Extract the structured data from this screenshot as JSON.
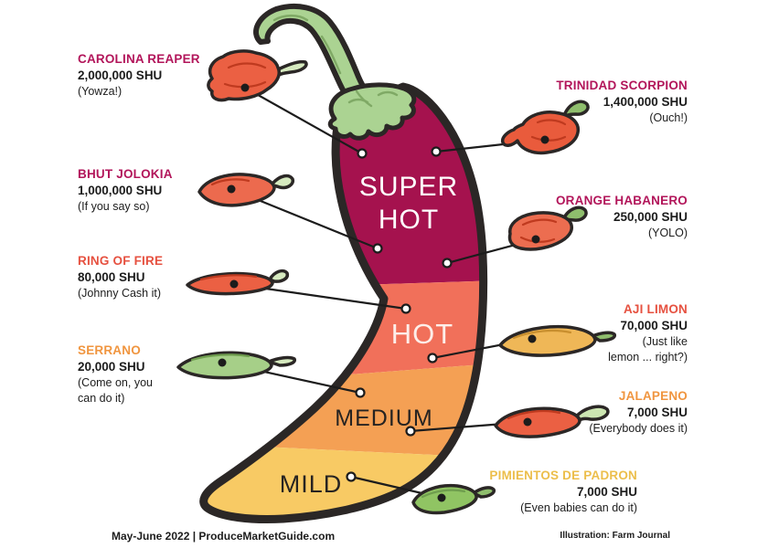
{
  "page": {
    "background": "#ffffff"
  },
  "pepper": {
    "outline_color": "#2b2726",
    "stem_color": "#abd392",
    "zones": [
      {
        "id": "super-hot",
        "label_lines": [
          "SUPER",
          "HOT"
        ],
        "color": "#a5124e",
        "text_color": "#ffffff"
      },
      {
        "id": "hot",
        "label_lines": [
          "HOT"
        ],
        "color": "#f1705a",
        "text_color": "#fdeee9"
      },
      {
        "id": "medium",
        "label_lines": [
          "MEDIUM"
        ],
        "color": "#f4a054",
        "text_color": "#262321"
      },
      {
        "id": "mild",
        "label_lines": [
          "MILD"
        ],
        "color": "#f8ca64",
        "text_color": "#262321"
      }
    ]
  },
  "labels_left": [
    {
      "name": "CAROLINA REAPER",
      "shu": "2,000,000 SHU",
      "note": "(Yowza!)",
      "color": "#b2155a",
      "icon": {
        "name": "carolina-reaper-pepper-icon",
        "color": "#eb6043"
      }
    },
    {
      "name": "BHUT JOLOKIA",
      "shu": "1,000,000 SHU",
      "note": "(If you say so)",
      "color": "#b2155a",
      "icon": {
        "name": "bhut-jolokia-pepper-icon",
        "color": "#ec6a4e"
      }
    },
    {
      "name": "RING OF FIRE",
      "shu": "80,000 SHU",
      "note": "(Johnny Cash it)",
      "color": "#e65140",
      "icon": {
        "name": "ring-of-fire-pepper-icon",
        "color": "#eb6043"
      }
    },
    {
      "name": "SERRANO",
      "shu": "20,000 SHU",
      "note": "(Come on, you\ncan do it)",
      "color": "#f0953f",
      "icon": {
        "name": "serrano-pepper-icon",
        "color": "#a6cf88"
      }
    }
  ],
  "labels_right": [
    {
      "name": "TRINIDAD SCORPION",
      "shu": "1,400,000 SHU",
      "note": "(Ouch!)",
      "color": "#b2155a",
      "icon": {
        "name": "trinidad-scorpion-pepper-icon",
        "color": "#e95b3c"
      }
    },
    {
      "name": "ORANGE HABANERO",
      "shu": "250,000 SHU",
      "note": "(YOLO)",
      "color": "#b2155a",
      "icon": {
        "name": "orange-habanero-pepper-icon",
        "color": "#ec6d50"
      }
    },
    {
      "name": "AJI LIMON",
      "shu": "70,000 SHU",
      "note": "(Just like\nlemon ... right?)",
      "color": "#e65140",
      "icon": {
        "name": "aji-limon-pepper-icon",
        "color": "#efb757"
      }
    },
    {
      "name": "JALAPENO",
      "shu": "7,000 SHU",
      "note": "(Everybody does it)",
      "color": "#f0953f",
      "icon": {
        "name": "jalapeno-pepper-icon",
        "color": "#eb6043"
      }
    },
    {
      "name": "PIMIENTOS DE PADRON",
      "shu": "7,000 SHU",
      "note": "(Even babies can do it)",
      "color": "#ecbe4b",
      "icon": {
        "name": "pimientos-de-padron-pepper-icon",
        "color": "#90c463"
      }
    }
  ],
  "footer": {
    "left": "May-June 2022 | ProduceMarketGuide.com",
    "right": "Illustration: Farm Journal"
  }
}
